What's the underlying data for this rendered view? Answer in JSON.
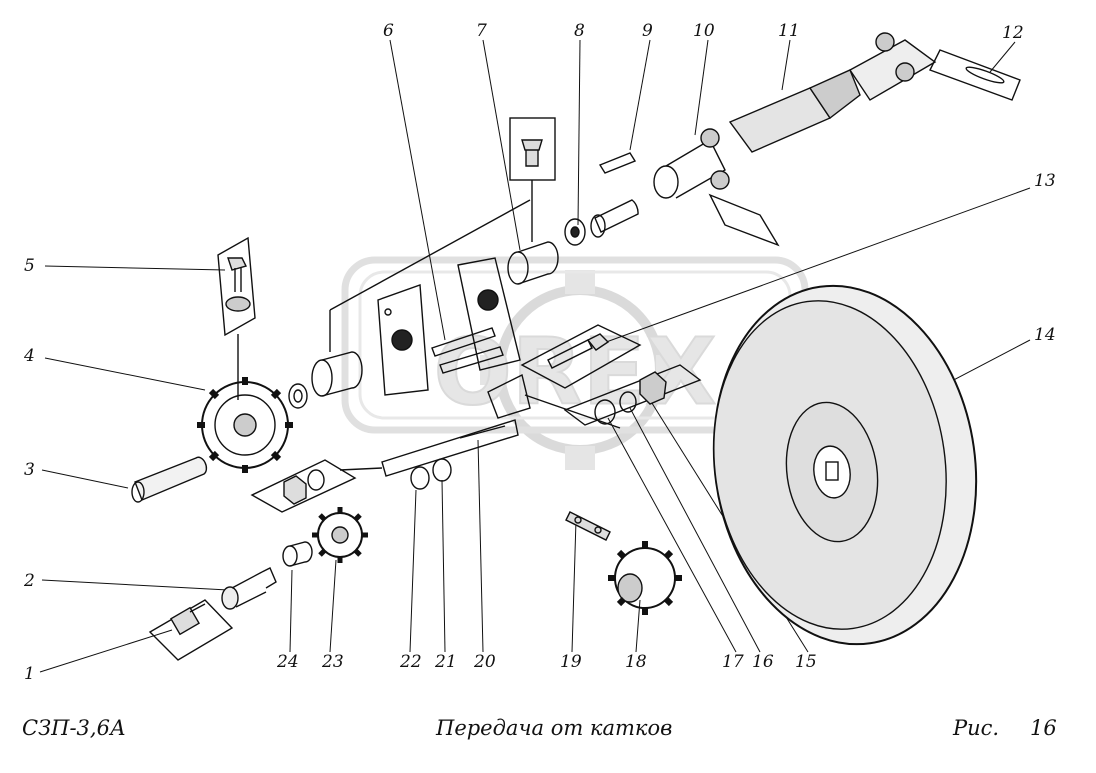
{
  "watermark": {
    "text": "OREX"
  },
  "callouts": [
    "1",
    "2",
    "3",
    "4",
    "5",
    "6",
    "7",
    "8",
    "9",
    "10",
    "11",
    "12",
    "13",
    "14",
    "15",
    "16",
    "17",
    "18",
    "19",
    "20",
    "21",
    "22",
    "23",
    "24"
  ],
  "footer": {
    "model": "СЗП-3,6А",
    "title": "Передача от катков",
    "fig_prefix": "Рис.",
    "fig_number": "16"
  },
  "colors": {
    "ink": "#111111",
    "watermark": "#cfcfcf",
    "paper": "#ffffff"
  }
}
